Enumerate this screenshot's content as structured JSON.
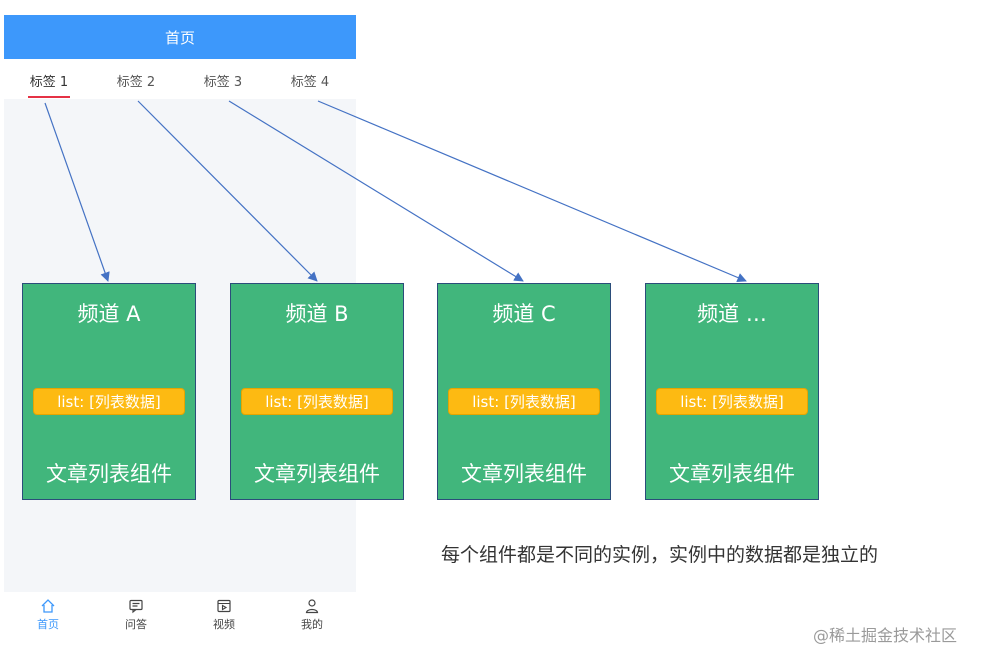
{
  "navbar": {
    "title": "首页"
  },
  "tabs": [
    {
      "label": "标签 1",
      "active": true
    },
    {
      "label": "标签 2",
      "active": false
    },
    {
      "label": "标签 3",
      "active": false
    },
    {
      "label": "标签 4",
      "active": false
    }
  ],
  "tabbar": [
    {
      "label": "首页",
      "icon": "home-icon",
      "active": true
    },
    {
      "label": "问答",
      "icon": "qa-icon",
      "active": false
    },
    {
      "label": "视频",
      "icon": "video-icon",
      "active": false
    },
    {
      "label": "我的",
      "icon": "user-icon",
      "active": false
    }
  ],
  "cards": [
    {
      "title": "频道 A",
      "list": "list: [列表数据]",
      "component": "文章列表组件"
    },
    {
      "title": "频道 B",
      "list": "list: [列表数据]",
      "component": "文章列表组件"
    },
    {
      "title": "频道 C",
      "list": "list: [列表数据]",
      "component": "文章列表组件"
    },
    {
      "title": "频道 …",
      "list": "list: [列表数据]",
      "component": "文章列表组件"
    }
  ],
  "note": "每个组件都是不同的实例，实例中的数据都是独立的",
  "watermark": "@稀土掘金技术社区",
  "colors": {
    "navbar": "#3d98fb",
    "card": "#41b67c",
    "list_badge": "#fdba12",
    "tab_underline": "#e53245",
    "arrow": "#4472c4"
  }
}
